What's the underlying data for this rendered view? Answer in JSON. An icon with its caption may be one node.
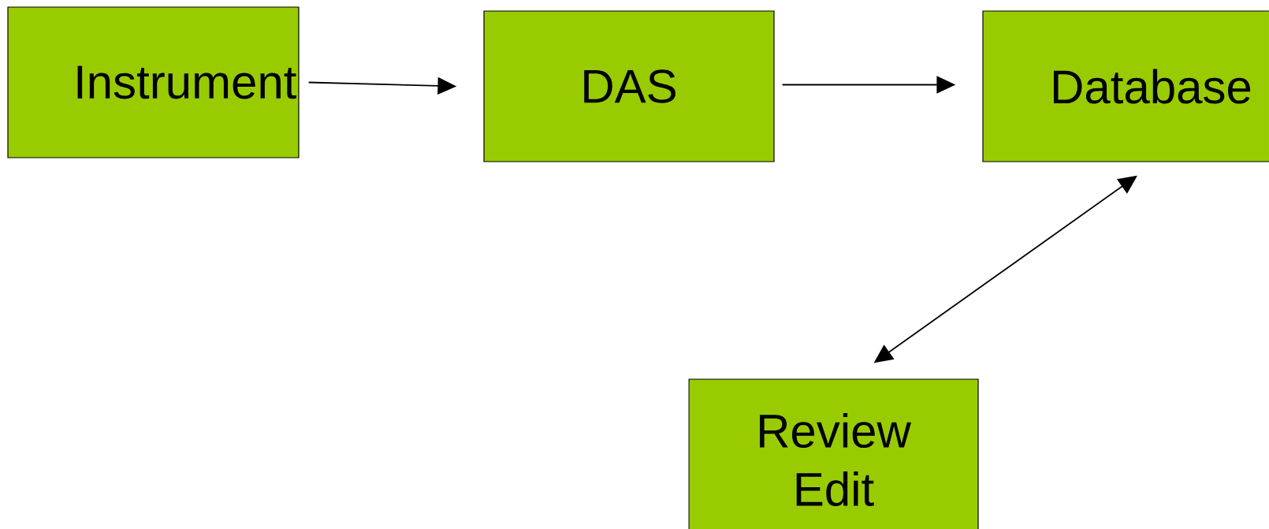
{
  "diagram": {
    "nodes": [
      {
        "text": [
          "Instrument"
        ]
      },
      {
        "text": [
          "DAS"
        ]
      },
      {
        "text": [
          "Database"
        ]
      },
      {
        "text": [
          "Review Edit"
        ]
      }
    ],
    "edges": [
      {
        "from": 0,
        "to": 1,
        "arrow": "to"
      },
      {
        "from": 1,
        "to": 2,
        "arrow": "to"
      },
      {
        "from": 2,
        "to": 3,
        "arrow": "both"
      }
    ]
  }
}
